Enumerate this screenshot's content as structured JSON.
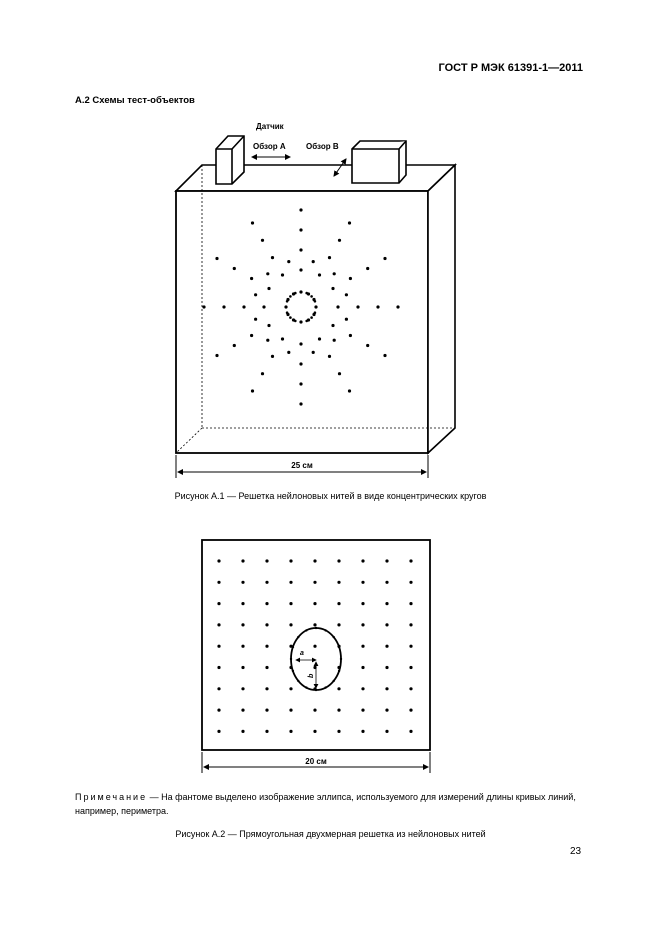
{
  "header": {
    "standard_code": "ГОСТ Р МЭК 61391-1—2011"
  },
  "section": {
    "title": "А.2 Схемы тест-объектов"
  },
  "figure1": {
    "label_sensor": "Датчик",
    "label_view_a": "Обзор А",
    "label_view_b": "Обзор В",
    "dimension": "25 см",
    "caption": "Рисунок А.1 — Решетка нейлоновых нитей в виде концентрических кругов"
  },
  "figure2": {
    "dimension": "20 см",
    "label_a": "a",
    "label_b": "b",
    "caption": "Рисунок А.2 — Прямоугольная двухмерная решетка из нейлоновых нитей"
  },
  "note": {
    "label": "Примечание",
    "text": " — На фантоме выделено изображение эллипса, используемого для измерений длины кривых линий, например, периметра."
  },
  "footer": {
    "page_number": "23"
  }
}
